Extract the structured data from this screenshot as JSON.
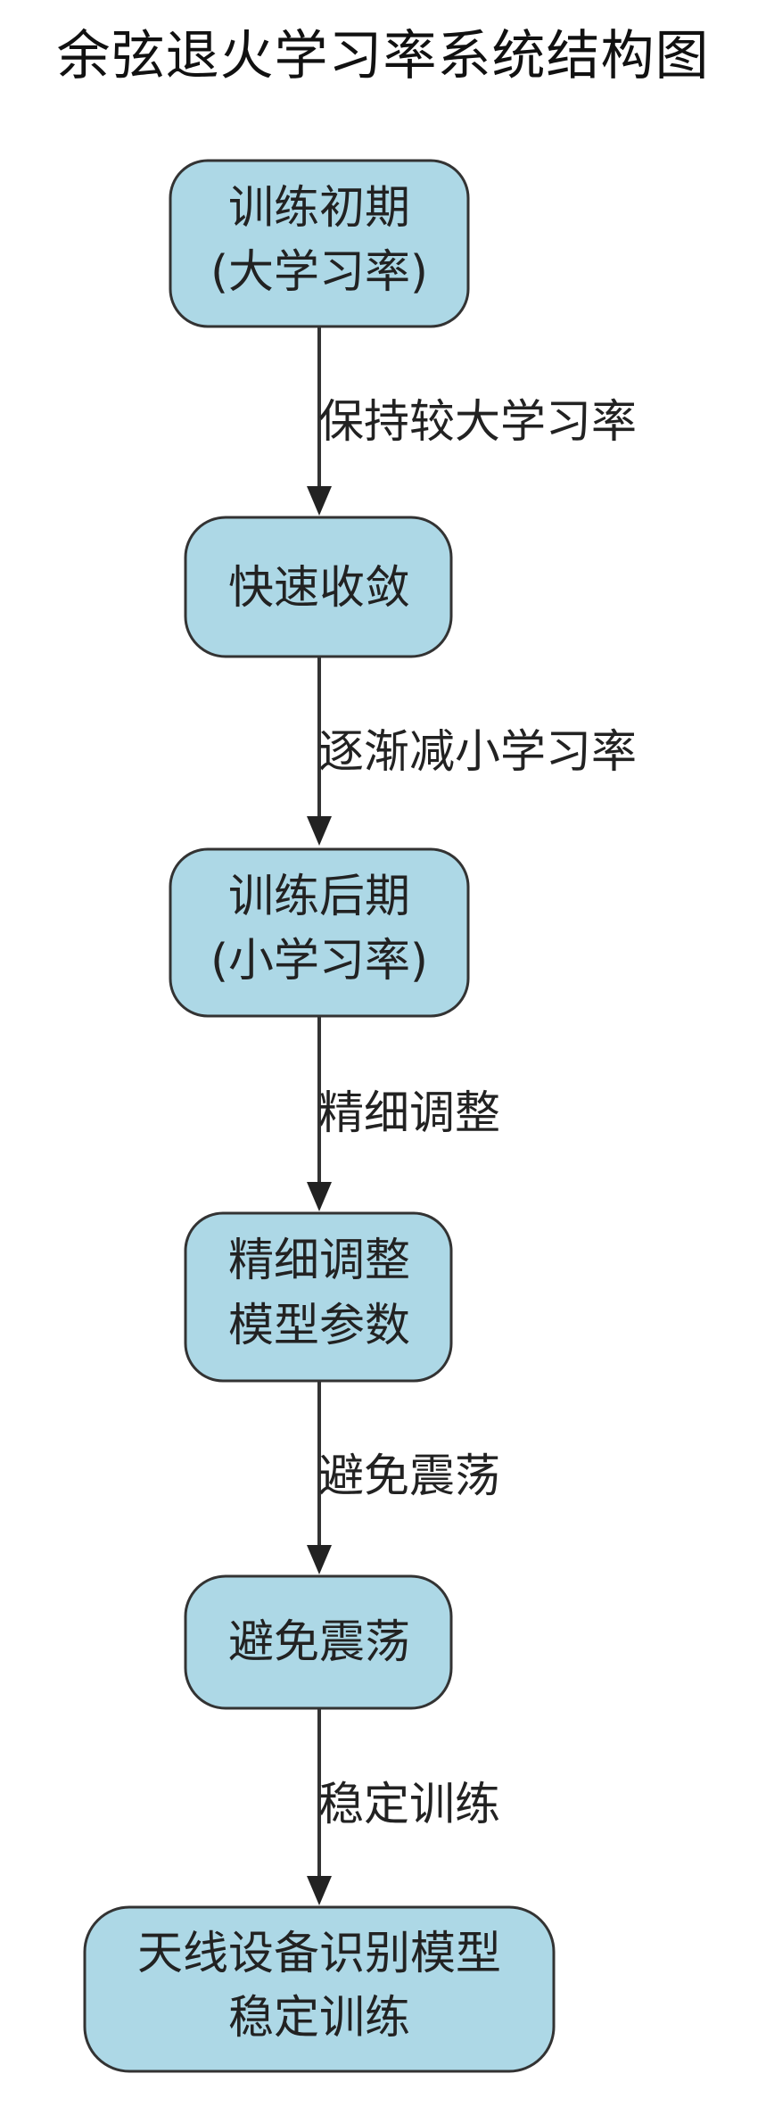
{
  "title": "余弦退火学习率系统结构图",
  "nodes": [
    {
      "id": "n1",
      "lines": [
        "训练初期",
        "(大学习率)"
      ]
    },
    {
      "id": "n2",
      "lines": [
        "快速收敛"
      ]
    },
    {
      "id": "n3",
      "lines": [
        "训练后期",
        "(小学习率)"
      ]
    },
    {
      "id": "n4",
      "lines": [
        "精细调整",
        "模型参数"
      ]
    },
    {
      "id": "n5",
      "lines": [
        "避免震荡"
      ]
    },
    {
      "id": "n6",
      "lines": [
        "天线设备识别模型",
        "稳定训练"
      ]
    }
  ],
  "edges": [
    {
      "from": "n1",
      "to": "n2",
      "label": "保持较大学习率"
    },
    {
      "from": "n2",
      "to": "n3",
      "label": "逐渐减小学习率"
    },
    {
      "from": "n3",
      "to": "n4",
      "label": "精细调整"
    },
    {
      "from": "n4",
      "to": "n5",
      "label": "避免震荡"
    },
    {
      "from": "n5",
      "to": "n6",
      "label": "稳定训练"
    }
  ],
  "colors": {
    "node_fill": "#add8e6",
    "node_stroke": "#333333",
    "edge": "#333333"
  }
}
